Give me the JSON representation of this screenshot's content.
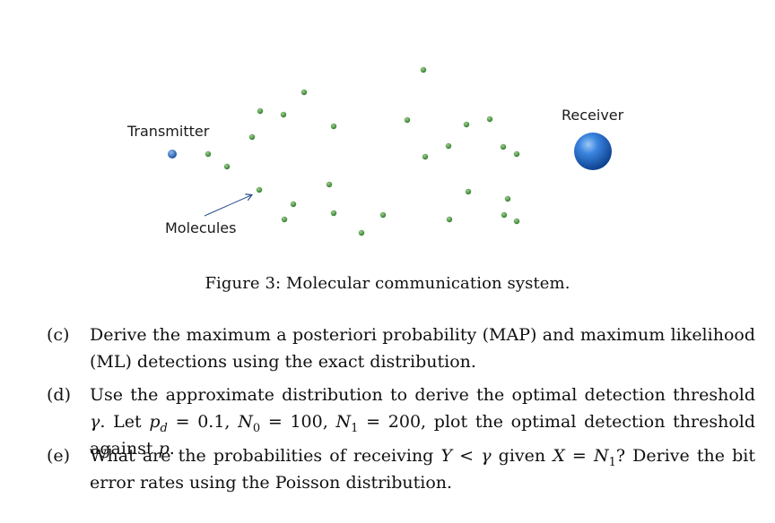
{
  "figure": {
    "transmitter_label": "Transmitter",
    "receiver_label": "Receiver",
    "molecules_label": "Molecules",
    "colors": {
      "molecule": "#3f8f3a",
      "transmitter": "#2160b8",
      "receiver": "#1f67c8"
    }
  },
  "caption": "Figure 3: Molecular communication system.",
  "items": {
    "c": {
      "tag": "(c)",
      "text": "Derive the maximum a posteriori probability (MAP) and maximum likelihood (ML) detections using the exact distribution."
    },
    "d": {
      "tag": "(d)",
      "text_1": "Use the approximate distribution to derive the optimal detection threshold",
      "gamma": "γ",
      "text_2": ". Let",
      "pd": "p",
      "pd_sub": "d",
      "text_3": " = 0.1, ",
      "n0": "N",
      "n0_sub": "0",
      "text_4": " = 100, ",
      "n1": "N",
      "n1_sub": "1",
      "text_5": " = 200, plot the optimal detection threshold against ",
      "p": "p",
      "text_6": "."
    },
    "e": {
      "tag": "(e)",
      "text_1": "What are the probabilities of receiving ",
      "Y": "Y",
      "text_2": " < ",
      "gamma": "γ",
      "text_3": " given ",
      "X": "X",
      "text_4": " = ",
      "N": "N",
      "N_sub": "1",
      "text_5": "? Derive the bit error rates using the Poisson distribution."
    }
  }
}
